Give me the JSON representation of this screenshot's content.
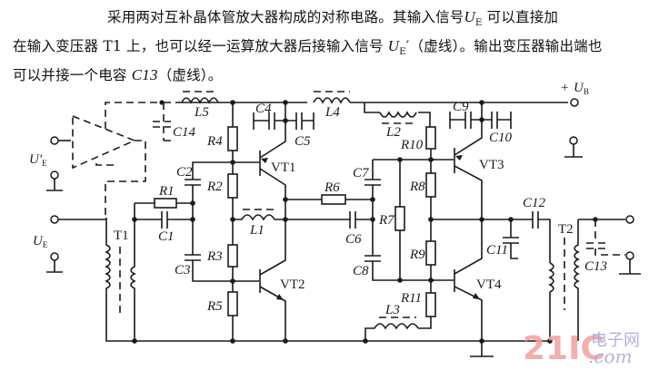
{
  "description": {
    "line1": "采用两对互补晶体管放大器构成的对称电路。其输入信号",
    "ue_symbol": "U",
    "ue_sub": "E",
    "line1_end": " 可以直接加",
    "line2_start": "在输入变压器 T1 上，也可以经一运算放大器后接输入信号 ",
    "ue_prime_sub": "E",
    "prime": "′",
    "line2_end": "（虚线）。输出变压器输出端也",
    "line3_start": "可以并接一个电容 ",
    "c13": "C13",
    "line3_end": "（虚线）。"
  },
  "circuit": {
    "supply": {
      "plus": "+",
      "symbol": "U",
      "sub": "B"
    },
    "input_direct": {
      "symbol": "U",
      "sub": "E"
    },
    "input_opamp": {
      "symbol": "U′",
      "sub": "E"
    },
    "transistors": [
      "VT1",
      "VT2",
      "VT3",
      "VT4"
    ],
    "transformers": [
      "T1",
      "T2"
    ],
    "resistors": [
      "R1",
      "R2",
      "R3",
      "R4",
      "R5",
      "R6",
      "R7",
      "R8",
      "R9",
      "R10",
      "R11"
    ],
    "capacitors": [
      "C1",
      "C2",
      "C3",
      "C4",
      "C5",
      "C6",
      "C7",
      "C8",
      "C9",
      "C10",
      "C11",
      "C12",
      "C13",
      "C14"
    ],
    "inductors": [
      "L1",
      "L2",
      "L3",
      "L4",
      "L5"
    ]
  },
  "watermark": {
    "brand": "21IC",
    "cn": "电子网",
    "domain": ".com"
  }
}
